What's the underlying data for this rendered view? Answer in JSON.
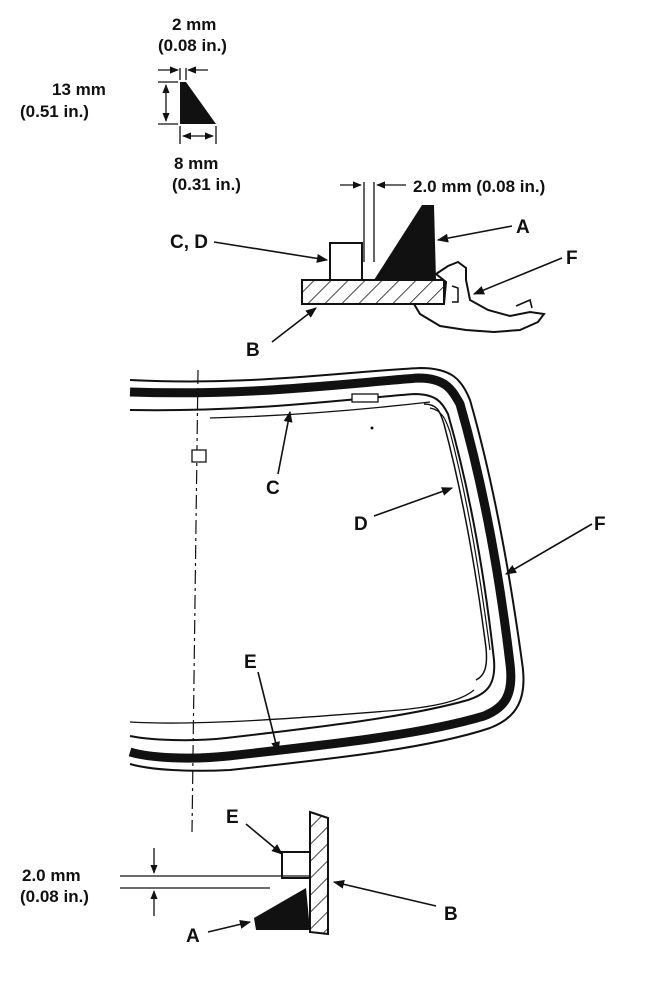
{
  "profile_dimensions": {
    "width_top": "2 mm",
    "width_top_in": "(0.08 in.)",
    "height": "13 mm",
    "height_in": "(0.51 in.)",
    "width_bottom": "8 mm",
    "width_bottom_in": "(0.31 in.)"
  },
  "top_section": {
    "gap": "2.0 mm (0.08 in.)",
    "label_cd": "C, D",
    "label_a": "A",
    "label_f": "F",
    "label_b": "B"
  },
  "window": {
    "label_c": "C",
    "label_d": "D",
    "label_f": "F",
    "label_e": "E"
  },
  "bottom_section": {
    "label_e": "E",
    "gap": "2.0 mm",
    "gap_in": "(0.08 in.)",
    "label_b": "B",
    "label_a": "A"
  }
}
